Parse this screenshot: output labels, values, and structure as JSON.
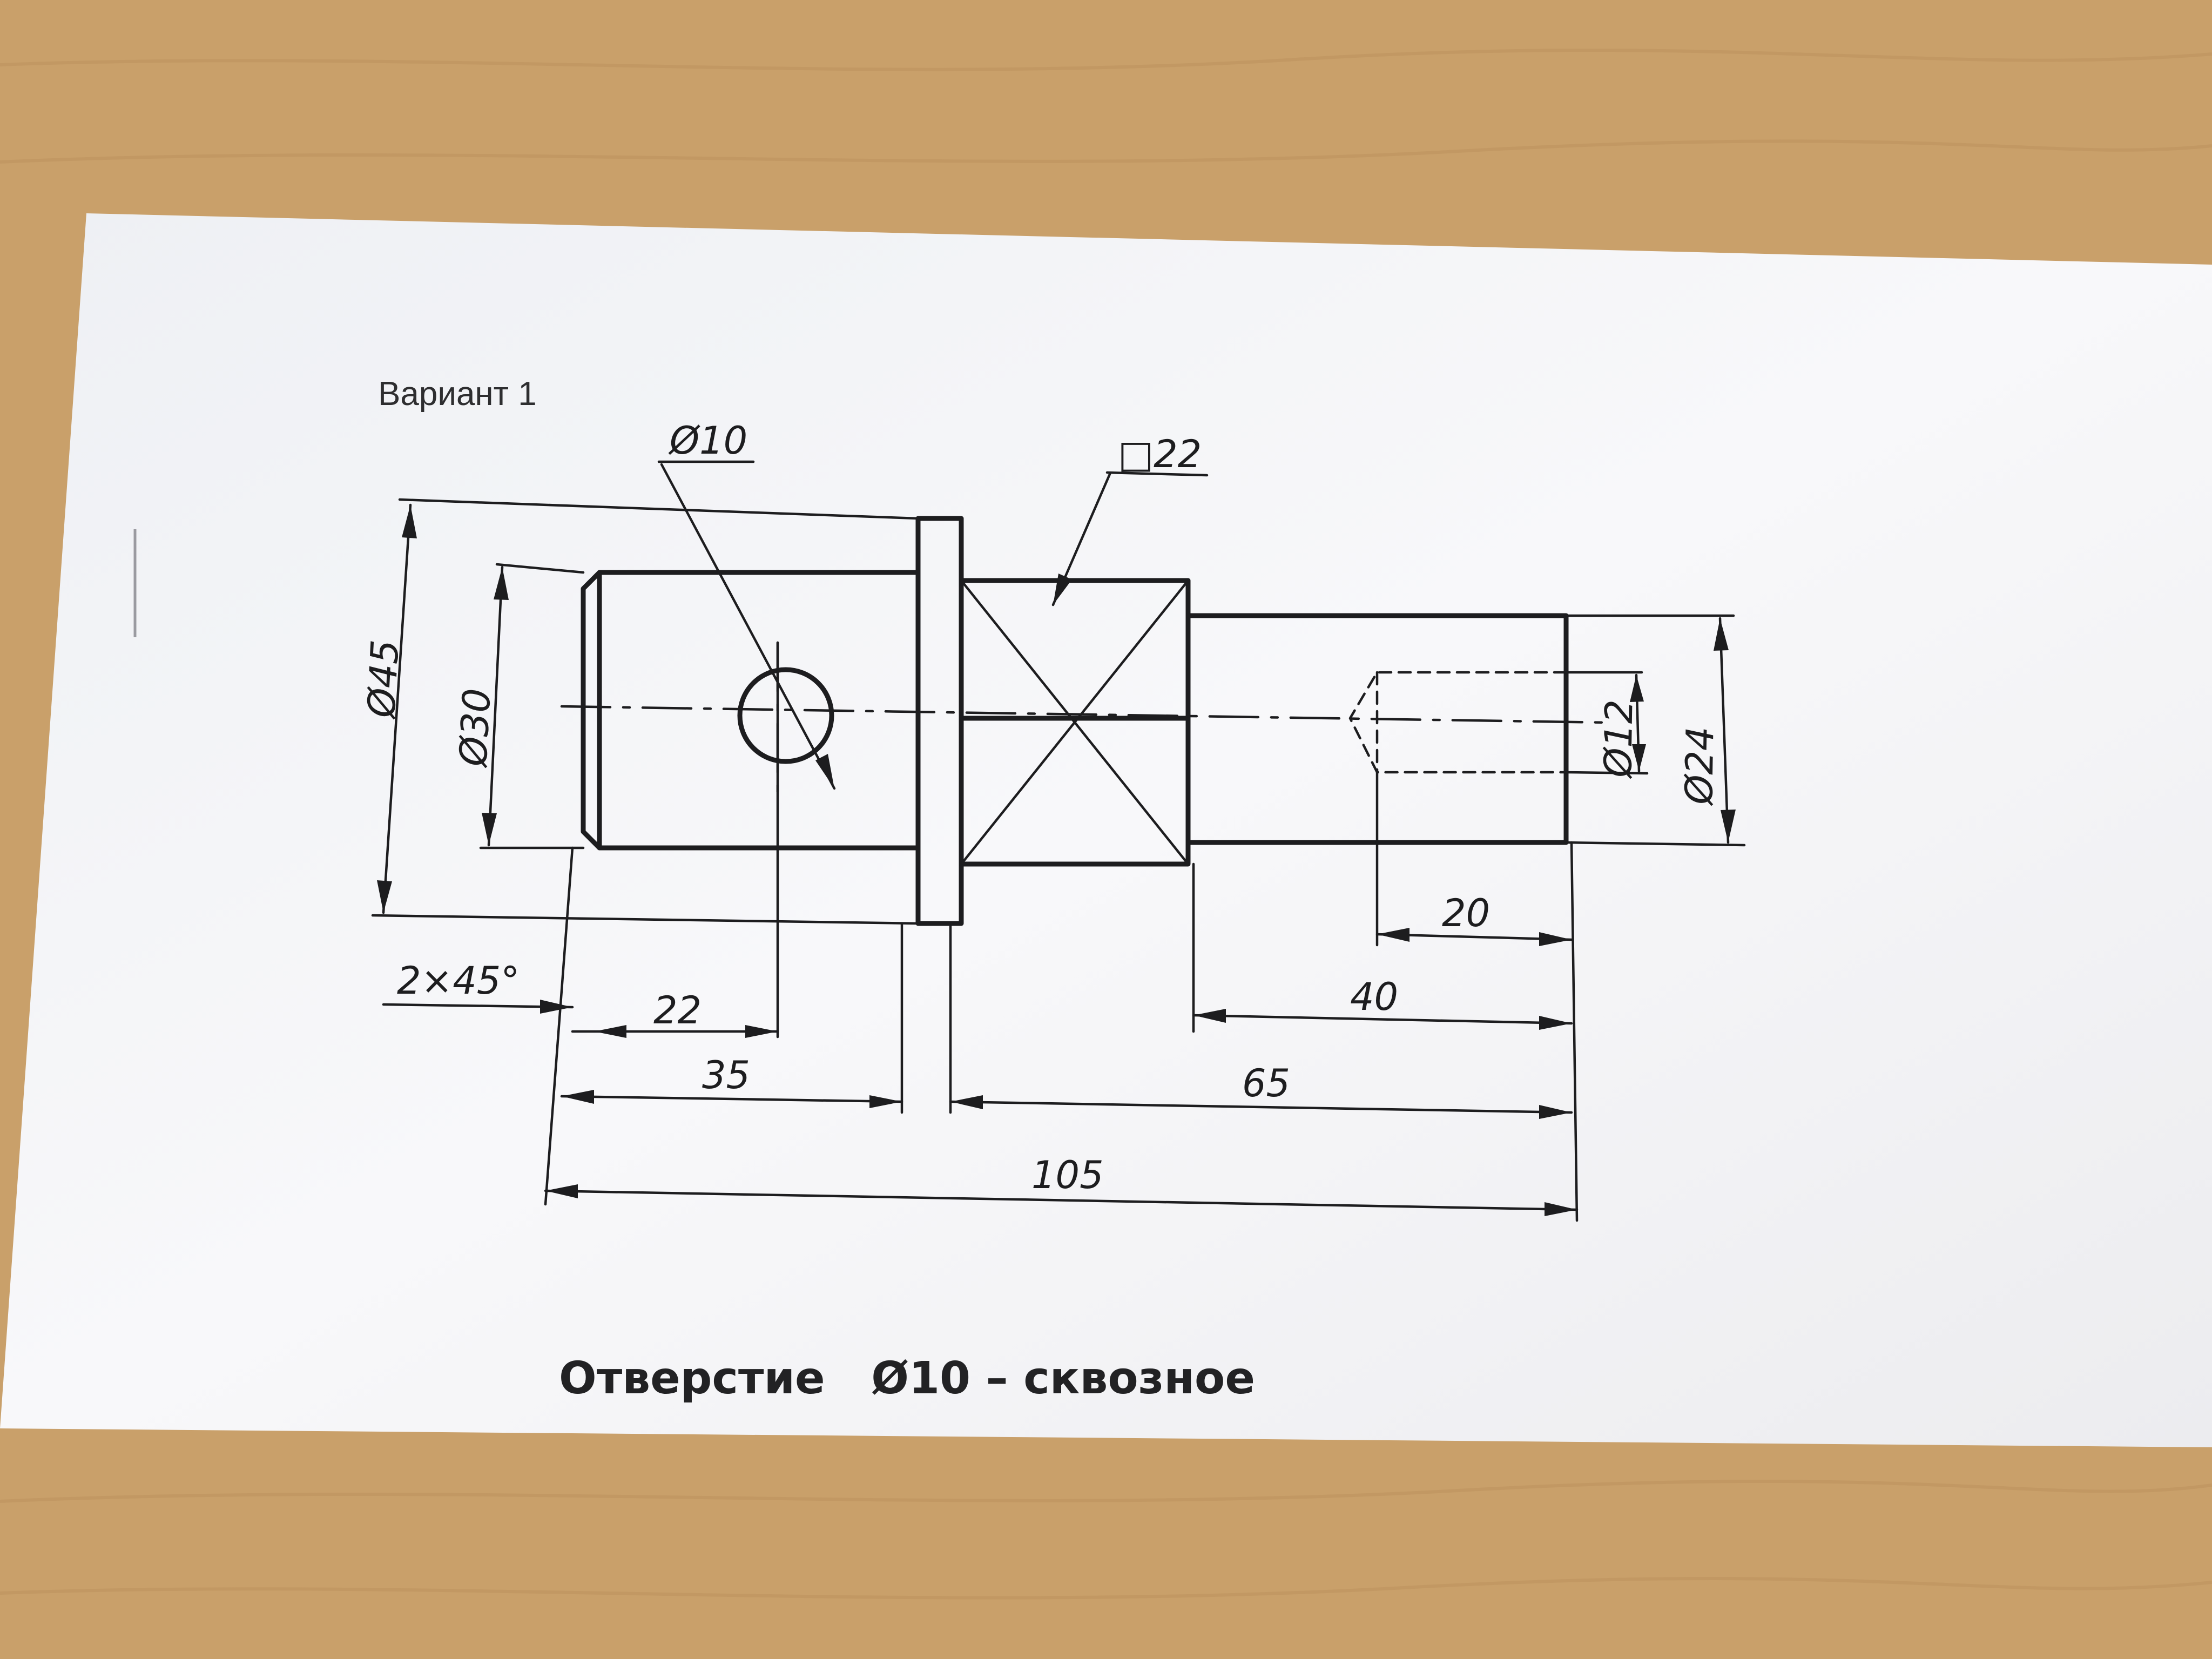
{
  "variant_label": "Вариант 1",
  "hole_note": "Отверстие   Ø10 – сквозное",
  "dimensions": {
    "hole_diameter": "Ø10",
    "square": "□22",
    "dia_45": "Ø45",
    "dia_30": "Ø30",
    "dia_12": "Ø12",
    "dia_24": "Ø24",
    "chamfer": "2×45°",
    "len_22": "22",
    "len_35": "35",
    "len_20": "20",
    "len_40": "40",
    "len_65": "65",
    "len_105": "105"
  },
  "colors": {
    "paper": "#f7f7f9",
    "ink": "#1d1d1f",
    "table_wood": "#c9a06a"
  }
}
